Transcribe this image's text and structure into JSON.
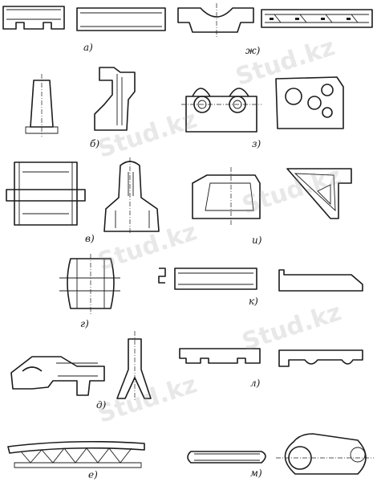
{
  "labels": {
    "a": "а)",
    "b": "б)",
    "v": "в)",
    "g": "г)",
    "d": "д)",
    "e": "е)",
    "zh": "ж)",
    "z": "з)",
    "i": "и)",
    "k": "к)",
    "l": "л)",
    "m": "м)"
  },
  "watermark": {
    "text": "Stud.kz"
  }
}
